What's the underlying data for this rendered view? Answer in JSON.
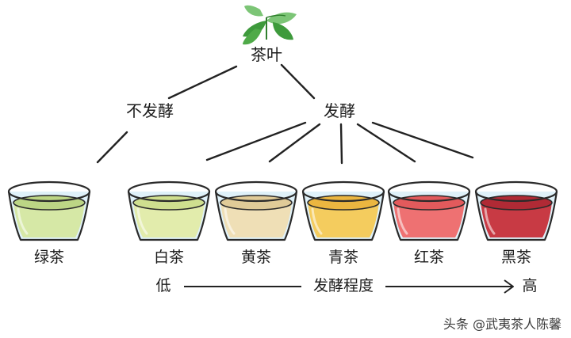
{
  "root": {
    "label": "茶叶"
  },
  "branches": {
    "unfermented": "不发酵",
    "fermented": "发酵"
  },
  "cups": [
    {
      "name": "绿茶",
      "liquid": "#d6e8a6",
      "liquid_dark": "#bcd585"
    },
    {
      "name": "白茶",
      "liquid": "#e2ecac",
      "liquid_dark": "#cfdf8f"
    },
    {
      "name": "黄茶",
      "liquid": "#efdfb6",
      "liquid_dark": "#e0cb98"
    },
    {
      "name": "青茶",
      "liquid": "#f4cc5e",
      "liquid_dark": "#ebb640"
    },
    {
      "name": "红茶",
      "liquid": "#ee7172",
      "liquid_dark": "#e25a5c"
    },
    {
      "name": "黑茶",
      "liquid": "#c83a44",
      "liquid_dark": "#b02a35"
    }
  ],
  "scale": {
    "low": "低",
    "middle": "发酵程度",
    "high": "高"
  },
  "watermark": "头条 @武夷茶人陈馨",
  "colors": {
    "line": "#222222",
    "cup_outline": "#2a2a2a",
    "glass": "#dff1f9",
    "leaf_dark": "#3e9a3c",
    "leaf_light": "#7cc576"
  },
  "icons": {
    "root": "tea-leaf-icon",
    "vessel": "cup-icon",
    "arrow": "arrow-right-icon"
  }
}
